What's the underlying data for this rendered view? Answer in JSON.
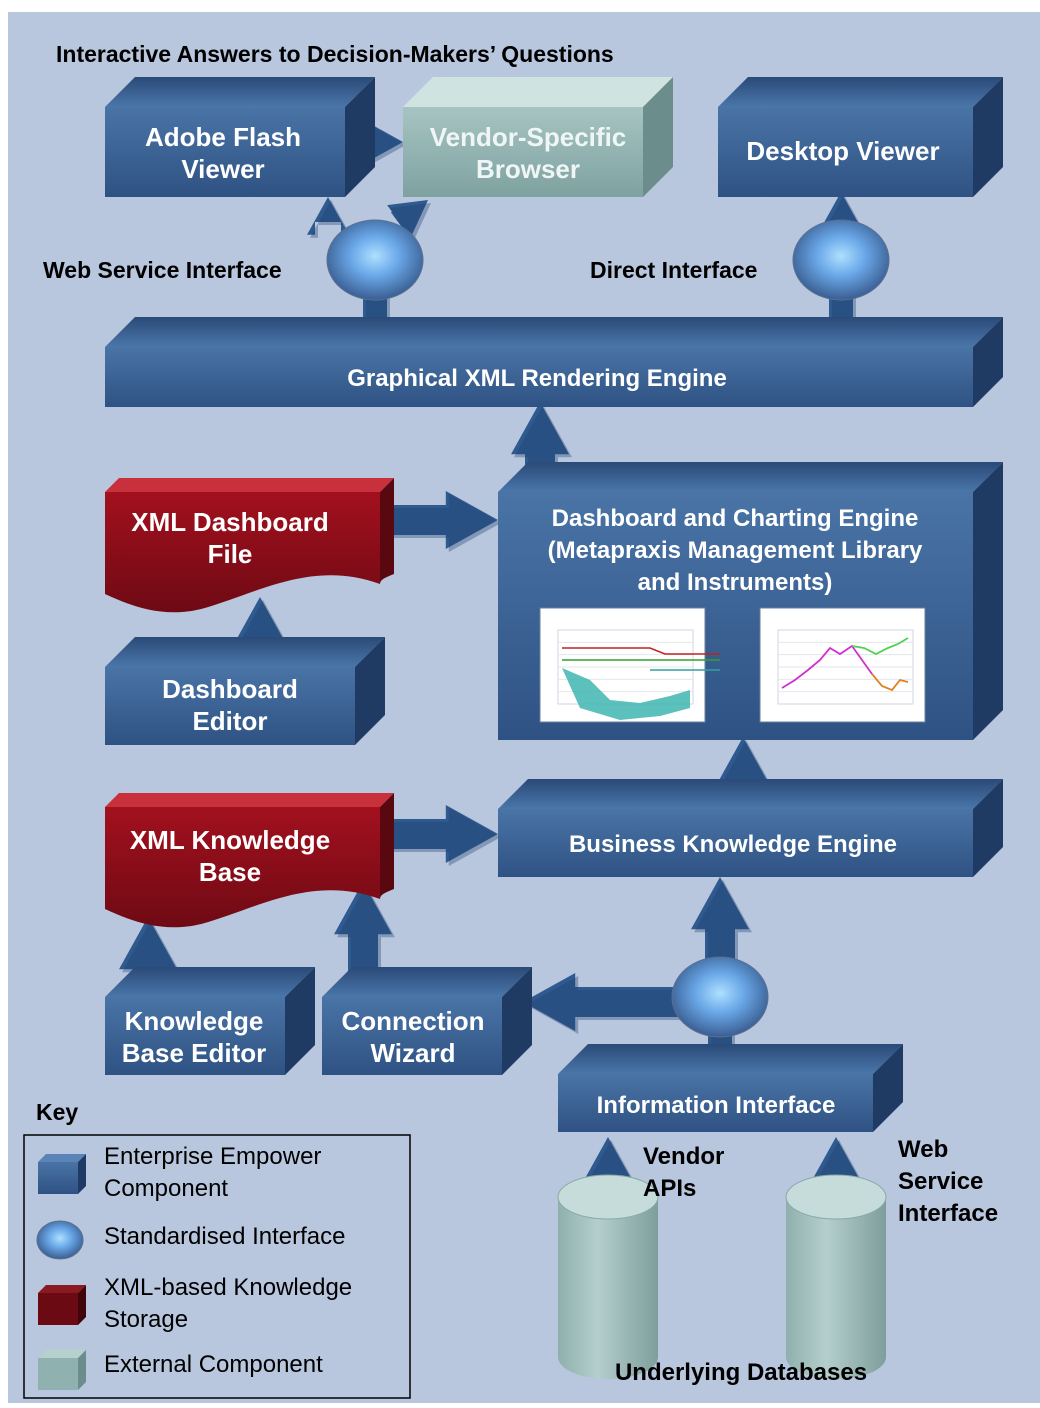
{
  "title": "Interactive Answers to Decision-Makers’ Questions",
  "components": {
    "flash_viewer": [
      "Adobe Flash",
      "Viewer"
    ],
    "vendor_browser": [
      "Vendor-Specific",
      "Browser"
    ],
    "desktop_viewer": [
      "Desktop Viewer"
    ],
    "rendering_engine": [
      "Graphical XML Rendering Engine"
    ],
    "dashboard_engine": [
      "Dashboard and Charting Engine",
      "(Metapraxis Management Library",
      "and Instruments)"
    ],
    "dashboard_editor": [
      "Dashboard",
      "Editor"
    ],
    "knowledge_engine": [
      "Business Knowledge Engine"
    ],
    "kb_editor": [
      "Knowledge",
      "Base Editor"
    ],
    "connection_wizard": [
      "Connection",
      "Wizard"
    ],
    "information_interface": [
      "Information Interface"
    ]
  },
  "storage": {
    "dashboard_file": [
      "XML Dashboard",
      "File"
    ],
    "knowledge_base": [
      "XML Knowledge",
      "Base"
    ]
  },
  "interfaces": {
    "web_service": "Web Service Interface",
    "direct": "Direct Interface"
  },
  "labels": {
    "vendor_apis": [
      "Vendor",
      "APIs"
    ],
    "web_service_bottom": [
      "Web",
      "Service",
      "Interface"
    ],
    "underlying_databases": "Underlying Databases"
  },
  "key": {
    "title": "Key",
    "items": [
      {
        "label": [
          "Enterprise Empower",
          "Component"
        ],
        "kind": "component",
        "color": "#3d6494"
      },
      {
        "label": [
          "Standardised Interface"
        ],
        "kind": "interface",
        "color": "#7ab4ee"
      },
      {
        "label": [
          "XML-based Knowledge",
          "Storage"
        ],
        "kind": "storage",
        "color": "#6b0a12"
      },
      {
        "label": [
          "External Component"
        ],
        "kind": "external",
        "color": "#8fb2b0"
      }
    ]
  },
  "colors": {
    "background": "#b8c6de",
    "component": "#3d6494",
    "component_dark": "#233c63",
    "storage": "#8e0f1b",
    "external": "#8fb2b0",
    "interface": "#7ab4ee",
    "arrow": "#2f5a90"
  }
}
